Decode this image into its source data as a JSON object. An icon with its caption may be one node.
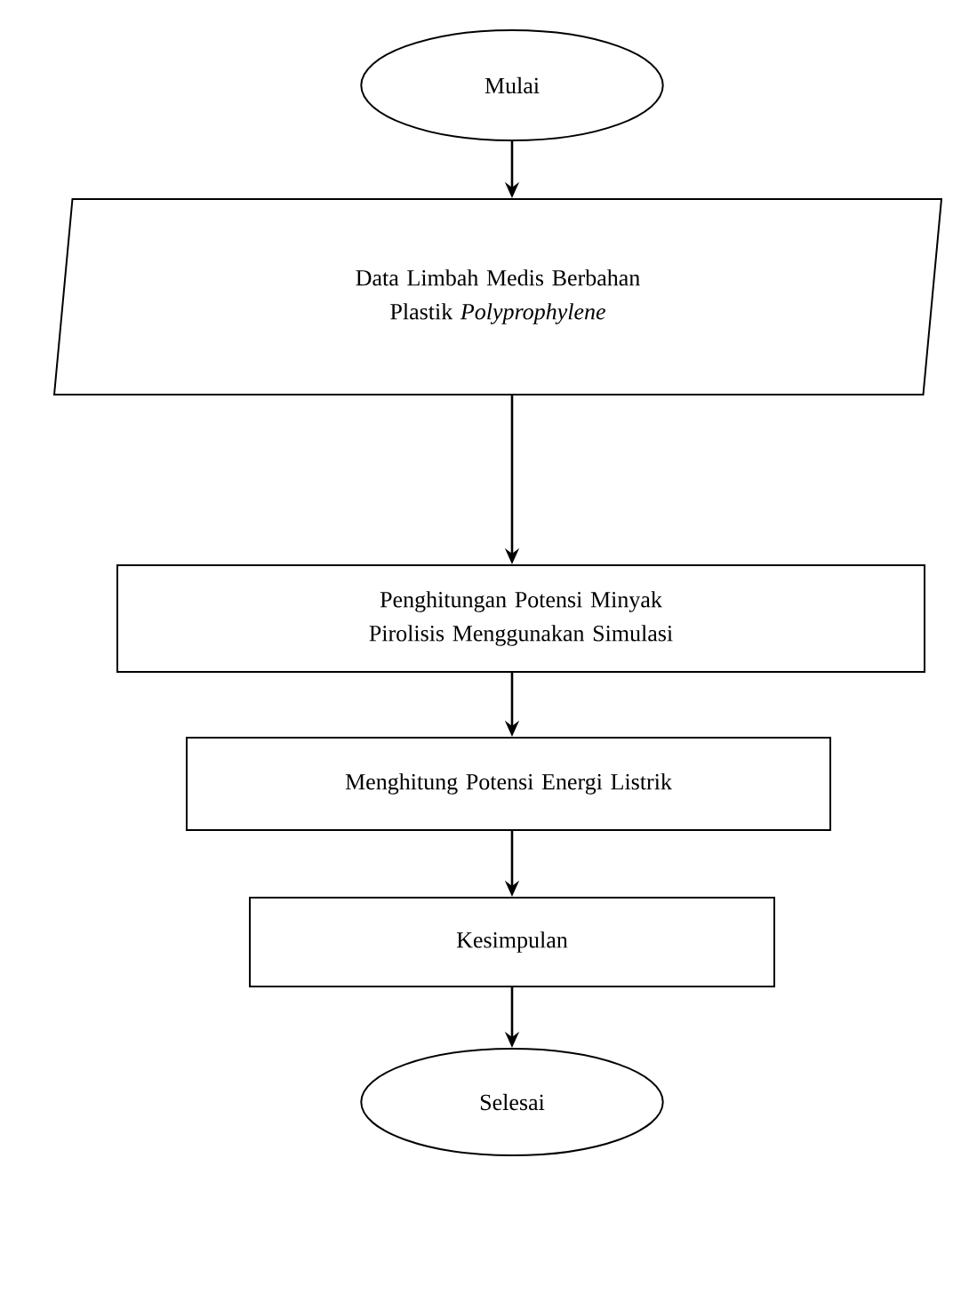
{
  "diagram": {
    "nodes": [
      {
        "text": [
          "Mulai"
        ]
      },
      {
        "text": [
          "Data Limbah Medis Berbahan Plastik *Polyprophylene*"
        ]
      },
      {
        "text": [
          "Penghitungan Potensi Minyak Pirolisis Menggunakan Simulasi"
        ]
      },
      {
        "text": [
          "Menghitung Potensi Energi Listrik"
        ]
      },
      {
        "text": [
          "Kesimpulan"
        ]
      },
      {
        "text": [
          "Selesai"
        ]
      }
    ],
    "edges": [
      {
        "from": 0,
        "to": 1,
        "arrow": "to"
      },
      {
        "from": 1,
        "to": 2,
        "arrow": "to"
      },
      {
        "from": 2,
        "to": 3,
        "arrow": "to"
      },
      {
        "from": 3,
        "to": 4,
        "arrow": "to"
      },
      {
        "from": 4,
        "to": 5,
        "arrow": "to"
      }
    ]
  }
}
